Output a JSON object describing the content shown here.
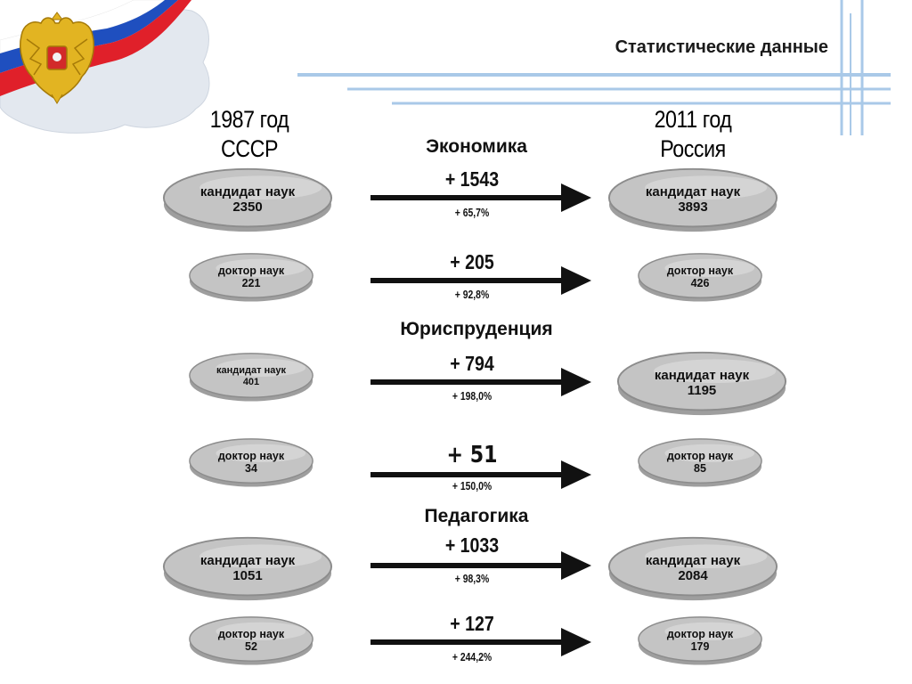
{
  "header": {
    "title": "Статистические данные"
  },
  "columns": {
    "left": {
      "year": "1987 год",
      "country": "СССР"
    },
    "right": {
      "year": "2011 год",
      "country": "Россия"
    }
  },
  "sections": [
    {
      "name": "Экономика",
      "rows": [
        {
          "left_label": "кандидат наук",
          "left_value": "2350",
          "delta": "+ 1543",
          "percent": "+ 65,7%",
          "right_label": "кандидат наук",
          "right_value": "3893"
        },
        {
          "left_label": "доктор наук",
          "left_value": "221",
          "delta": "+ 205",
          "percent": "+ 92,8%",
          "right_label": "доктор наук",
          "right_value": "426"
        }
      ]
    },
    {
      "name": "Юриспруденция",
      "rows": [
        {
          "left_label": "кандидат наук",
          "left_value": "401",
          "delta": "+ 794",
          "percent": "+ 198,0%",
          "right_label": "кандидат наук",
          "right_value": "1195"
        },
        {
          "left_label": "доктор наук",
          "left_value": "34",
          "delta": "+ 51",
          "percent": "+ 150,0%",
          "right_label": "доктор наук",
          "right_value": "85"
        }
      ]
    },
    {
      "name": "Педагогика",
      "rows": [
        {
          "left_label": "кандидат наук",
          "left_value": "1051",
          "delta": "+ 1033",
          "percent": "+ 98,3%",
          "right_label": "кандидат наук",
          "right_value": "2084"
        },
        {
          "left_label": "доктор наук",
          "left_value": "52",
          "delta": "+ 127",
          "percent": "+ 244,2%",
          "right_label": "доктор наук",
          "right_value": "179"
        }
      ]
    }
  ],
  "decor": {
    "emblem": "russian-coat-of-arms-icon",
    "map": "russia-map-silhouette",
    "flag_colors": [
      "#ffffff",
      "#1f4fbf",
      "#e0202a"
    ],
    "line_color": "#a9c9e8"
  }
}
